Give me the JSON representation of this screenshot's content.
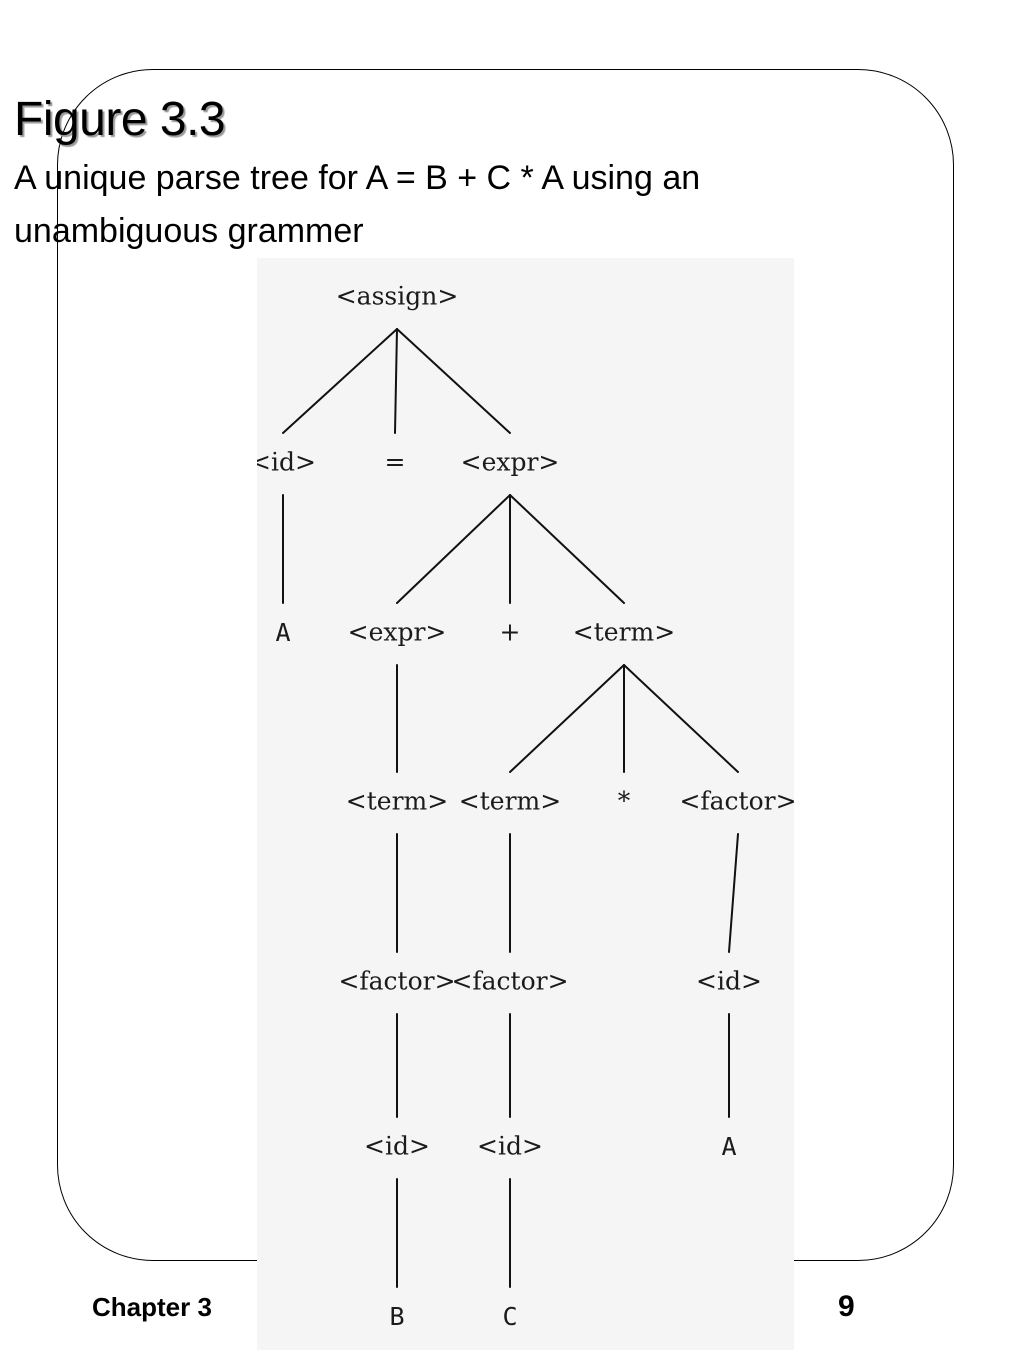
{
  "slide": {
    "title": "Figure 3.3",
    "caption": "A unique parse tree for A = B + C * A using an unambiguous grammer",
    "footer_left": "Chapter 3",
    "page_number": "9"
  },
  "tree": {
    "nodes": [
      {
        "id": "assign",
        "label": "<assign>",
        "kind": "nonterminal"
      },
      {
        "id": "id1",
        "label": "<id>",
        "kind": "nonterminal"
      },
      {
        "id": "eq",
        "label": "=",
        "kind": "terminal"
      },
      {
        "id": "expr1",
        "label": "<expr>",
        "kind": "nonterminal"
      },
      {
        "id": "A1",
        "label": "A",
        "kind": "terminal"
      },
      {
        "id": "expr2",
        "label": "<expr>",
        "kind": "nonterminal"
      },
      {
        "id": "plus",
        "label": "+",
        "kind": "terminal"
      },
      {
        "id": "term1",
        "label": "<term>",
        "kind": "nonterminal"
      },
      {
        "id": "term2",
        "label": "<term>",
        "kind": "nonterminal"
      },
      {
        "id": "term3",
        "label": "<term>",
        "kind": "nonterminal"
      },
      {
        "id": "star",
        "label": "*",
        "kind": "terminal"
      },
      {
        "id": "factor1",
        "label": "<factor>",
        "kind": "nonterminal"
      },
      {
        "id": "factor2",
        "label": "<factor>",
        "kind": "nonterminal"
      },
      {
        "id": "factor3",
        "label": "<factor>",
        "kind": "nonterminal"
      },
      {
        "id": "id2",
        "label": "<id>",
        "kind": "nonterminal"
      },
      {
        "id": "id3",
        "label": "<id>",
        "kind": "nonterminal"
      },
      {
        "id": "id4",
        "label": "<id>",
        "kind": "nonterminal"
      },
      {
        "id": "A2",
        "label": "A",
        "kind": "terminal"
      },
      {
        "id": "B",
        "label": "B",
        "kind": "terminal"
      },
      {
        "id": "C",
        "label": "C",
        "kind": "terminal"
      }
    ],
    "edges": [
      [
        "assign",
        "id1"
      ],
      [
        "assign",
        "eq"
      ],
      [
        "assign",
        "expr1"
      ],
      [
        "id1",
        "A1"
      ],
      [
        "expr1",
        "expr2"
      ],
      [
        "expr1",
        "plus"
      ],
      [
        "expr1",
        "term1"
      ],
      [
        "expr2",
        "term2"
      ],
      [
        "term1",
        "term3"
      ],
      [
        "term1",
        "star"
      ],
      [
        "term1",
        "factor1"
      ],
      [
        "term2",
        "factor2"
      ],
      [
        "term3",
        "factor3"
      ],
      [
        "factor1",
        "id2"
      ],
      [
        "factor2",
        "id3"
      ],
      [
        "factor3",
        "id4"
      ],
      [
        "id2",
        "A2"
      ],
      [
        "id3",
        "B"
      ],
      [
        "id4",
        "C"
      ]
    ]
  }
}
